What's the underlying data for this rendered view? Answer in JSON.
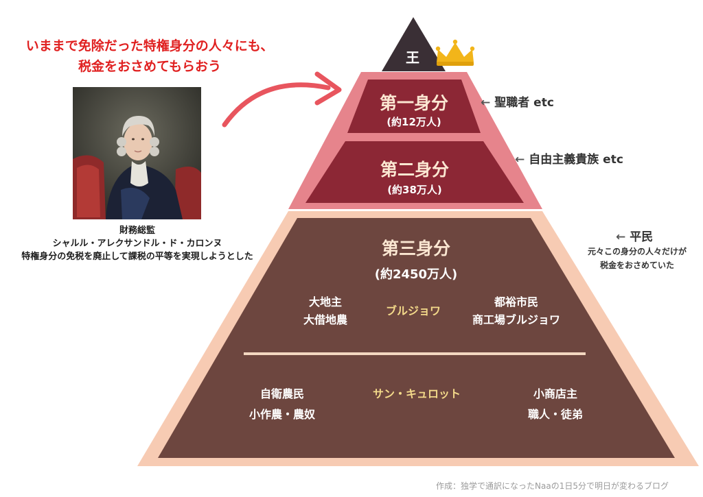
{
  "headline": {
    "line1": "いままで免除だった特権身分の人々にも、",
    "line2": "税金をおさめてもらおう"
  },
  "portrait": {
    "caption_line1": "財務総監",
    "caption_line2": "シャルル・アレクサンドル・ド・カロンヌ",
    "caption_line3": "特権身分の免税を廃止して課税の平等を実現しようとした"
  },
  "pyramid": {
    "king": "王",
    "first_estate": {
      "title": "第一身分",
      "population": "(約12万人)",
      "note": "聖職者 etc"
    },
    "second_estate": {
      "title": "第二身分",
      "population": "(約38万人)",
      "note": "自由主義貴族 etc"
    },
    "third_estate": {
      "title": "第三身分",
      "population": "(約2450万人)",
      "note_title": "平民",
      "note_line1": "元々この身分の人々だけが",
      "note_line2": "税金をおさめていた",
      "bourgeoisie": {
        "label": "ブルジョワ",
        "left_line1": "大地主",
        "left_line2": "大借地農",
        "right_line1": "都裕市民",
        "right_line2": "商工場ブルジョワ"
      },
      "sans_culottes": {
        "label": "サン・キュロット",
        "left_line1": "自衛農民",
        "left_line2": "小作農・農奴",
        "right_line1": "小商店主",
        "right_line2": "職人・徒弟"
      }
    }
  },
  "arrow_glyph": "←",
  "credit": "作成：独学で通訳になったNaaの1日5分で明日が変わるブログ",
  "colors": {
    "headline": "#e02020",
    "king": "#3a2f35",
    "crown": "#f2b51a",
    "outer_first_second": "#e6848c",
    "first_second_fill": "#8c2735",
    "outer_third": "#f7cbb3",
    "third_fill": "#6d463f",
    "divider": "#f3d7c0"
  }
}
